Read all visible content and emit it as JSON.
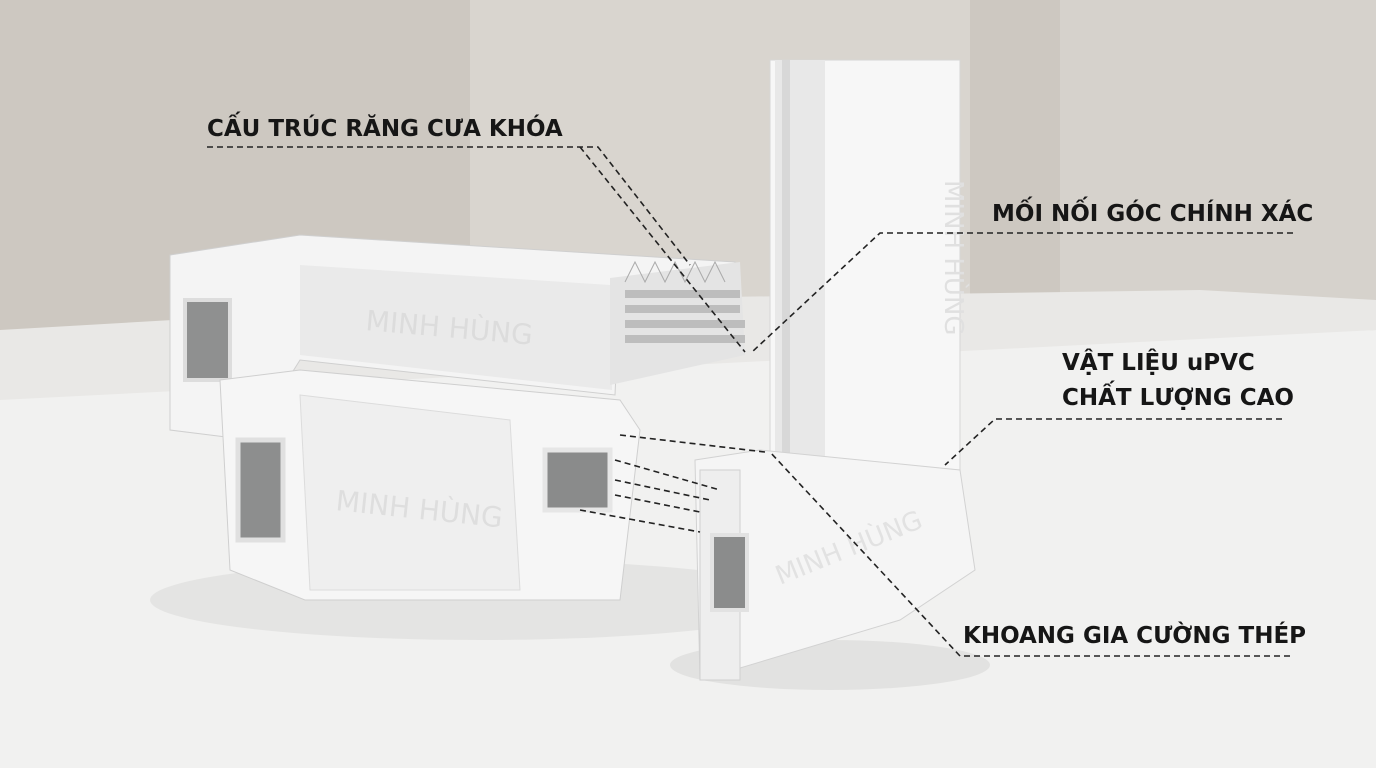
{
  "brand_logo": "MINH HÙNG",
  "callouts": {
    "lock_serration": "CẤU TRÚC RĂNG CƯA KHÓA",
    "corner_joint": "MỐI NỐI GÓC CHÍNH XÁC",
    "material_line1": "VẬT LIỆU uPVC",
    "material_line2": "CHẤT LƯỢNG CAO",
    "steel_chamber": "KHOANG GIA CƯỜNG THÉP"
  }
}
